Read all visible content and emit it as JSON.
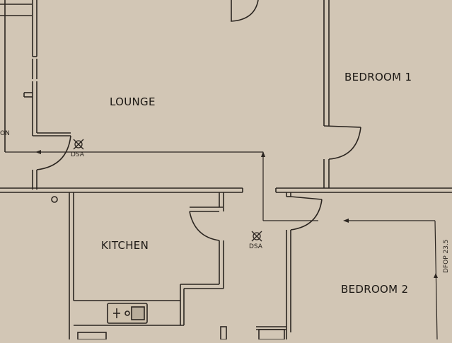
{
  "plan": {
    "type": "floor-plan",
    "background_color": "#d2c6b5",
    "line_color": "#2b2520",
    "rooms": [
      {
        "label": "LOUNGE"
      },
      {
        "label": "BEDROOM 1"
      },
      {
        "label": "KITCHEN"
      },
      {
        "label": "BEDROOM 2"
      }
    ],
    "symbols": [
      {
        "label": "DSA",
        "icon": "smoke-detector-icon"
      },
      {
        "label": "DSA",
        "icon": "smoke-detector-icon"
      }
    ],
    "dimension_note": "DFOP 23.5",
    "edge_text": "ON"
  }
}
